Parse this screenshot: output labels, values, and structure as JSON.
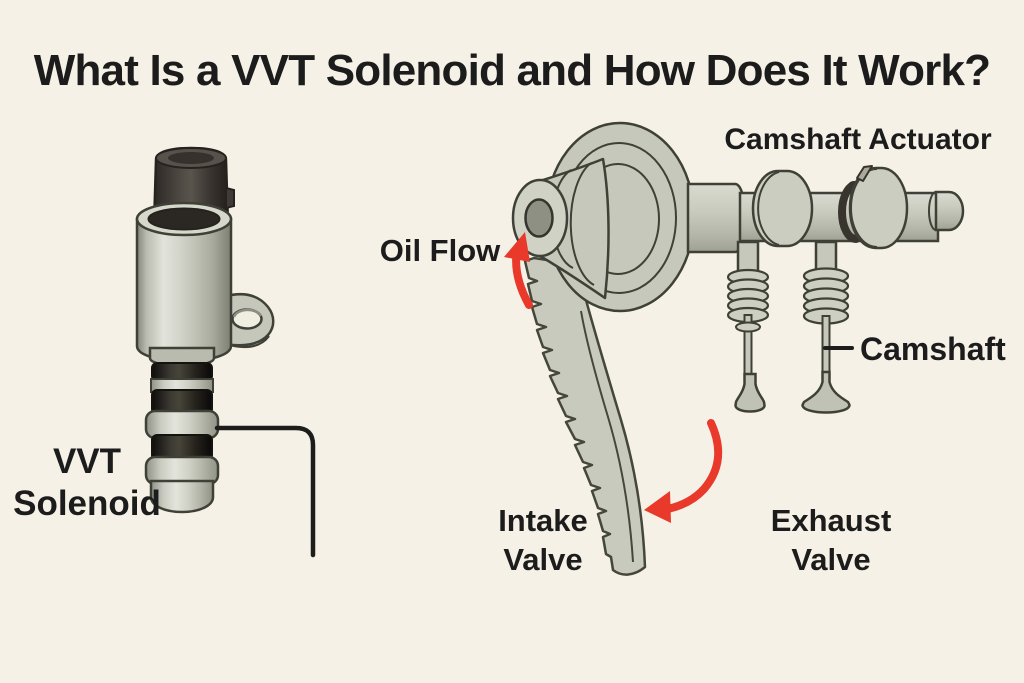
{
  "title": "What Is a VVT Solenoid and How Does It Work?",
  "labels": {
    "vvt_solenoid": {
      "line1": "VVT",
      "line2": "Solenoid"
    },
    "oil_flow": "Oil Flow",
    "camshaft_actuator": "Camshaft Actuator",
    "camshaft": "Camshaft",
    "intake_valve": {
      "line1": "Intake",
      "line2": "Valve"
    },
    "exhaust_valve": {
      "line1": "Exhaust",
      "line2": "Valve"
    }
  },
  "colors": {
    "background": "#f5f1e6",
    "text": "#1c1c1c",
    "arrow_red": "#e8392b",
    "metal": "#c6c8bb",
    "metal_light": "#d6d8cc",
    "metal_dark": "#9a9c8f",
    "outline": "#3f4037",
    "connector_dark": "#3b3631",
    "rubber_band_black": "#23201b",
    "bore_gray": "#8e9084"
  }
}
